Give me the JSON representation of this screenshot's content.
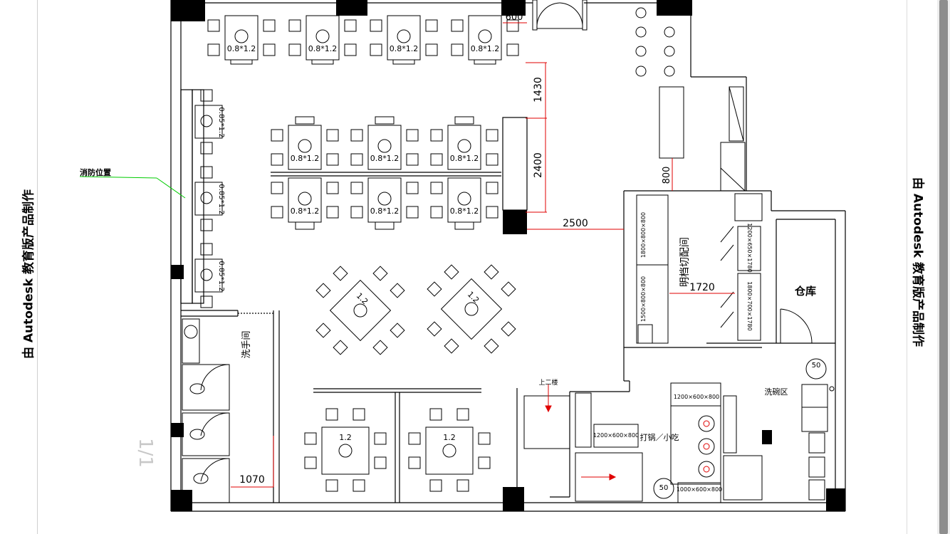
{
  "watermark": "由 Autodesk 教育版产品制作",
  "page_indicator": "1/1",
  "labels": {
    "fire_position": "消防位置",
    "warehouse": "仓库",
    "open_kitchen": "明档切配间",
    "washroom": "洗手间",
    "upstairs": "上二楼",
    "hotpot_snack": "打锅／小吃",
    "wash_area": "洗碗区",
    "table_08": "0.8*1.2",
    "table_085": "0.85*1.2",
    "table_12": "1.2",
    "equip_1200x600": "1200×600×800",
    "equip_1000x600": "1000×600×800",
    "equip_1800x800": "1800×800×800",
    "equip_1500x800": "1500×800×800",
    "equip_1200x650": "1200×650×1780",
    "equip_1800x700": "1800×700×1780",
    "circle_50": "50"
  },
  "dimensions": {
    "d600": "600",
    "d1430": "1430",
    "d2400": "2400",
    "d800": "800",
    "d2500": "2500",
    "d1720": "1720",
    "d1070": "1070"
  },
  "colors": {
    "line": "#000000",
    "dimension": "#e00000",
    "leader": "#00cc00"
  }
}
